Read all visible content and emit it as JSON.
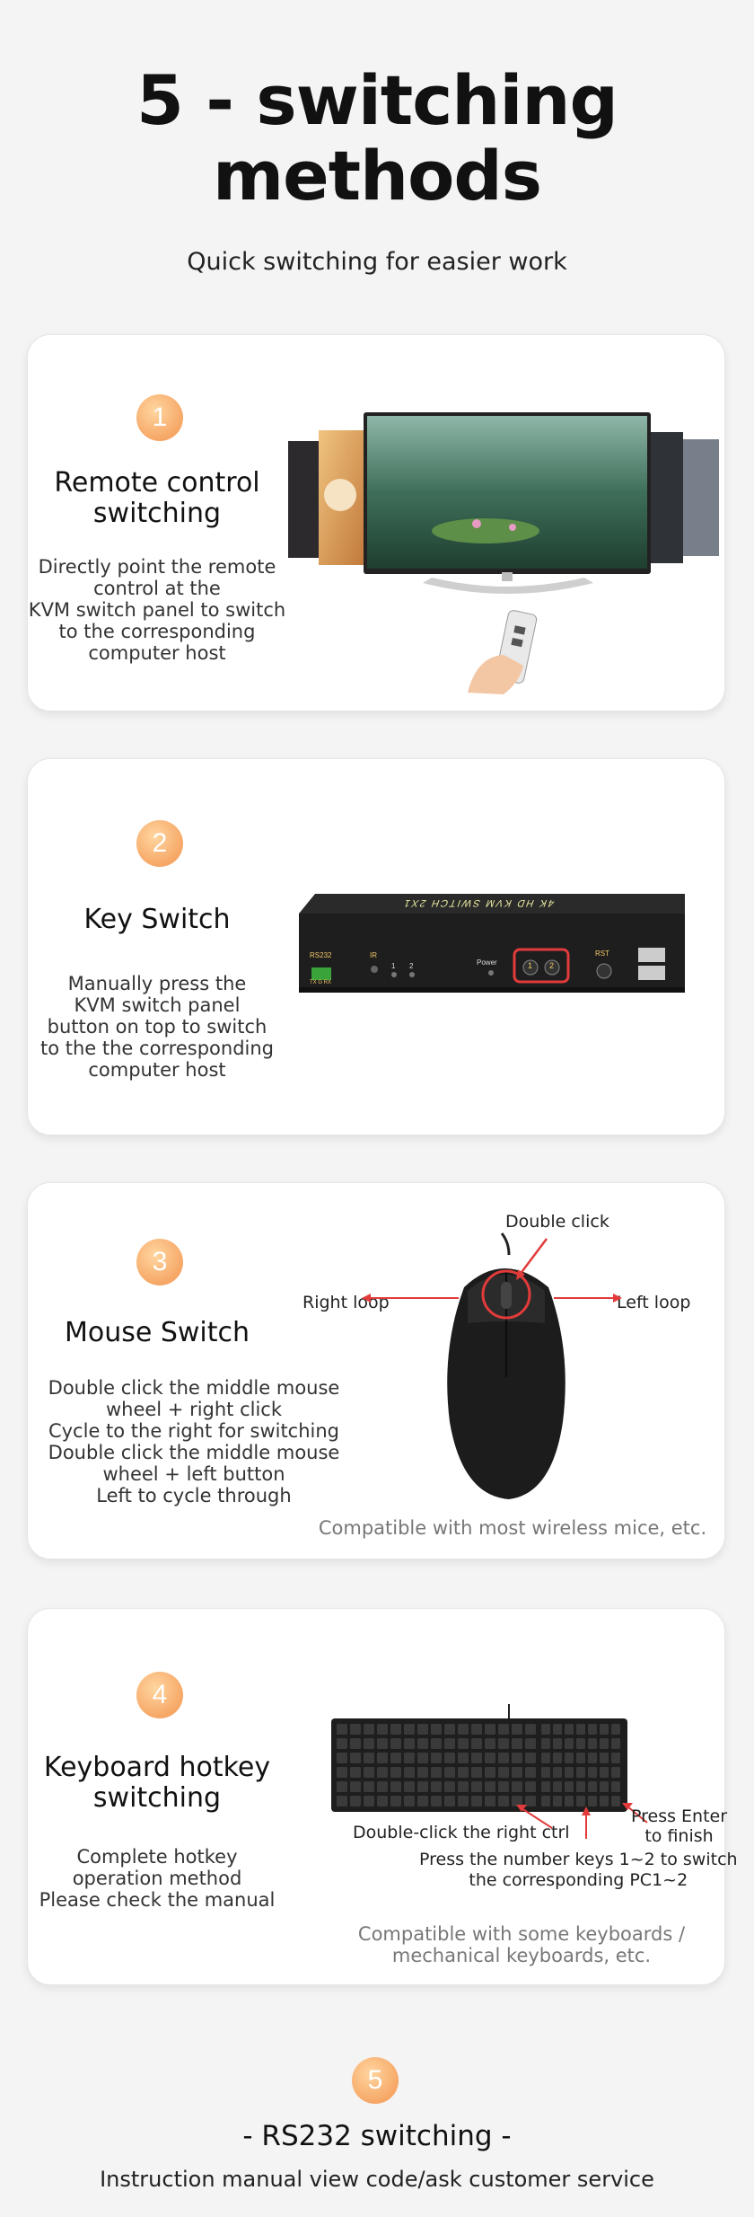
{
  "header": {
    "title_line1": "5 - switching",
    "title_line2": "methods",
    "subtitle": "Quick switching for easier work"
  },
  "methods": [
    {
      "number": "1",
      "title_line1": "Remote control",
      "title_line2": "switching",
      "desc": [
        "Directly point the remote",
        "control at the",
        "KVM switch panel to switch",
        "to the corresponding",
        "computer host"
      ]
    },
    {
      "number": "2",
      "title_line1": "Key Switch",
      "desc": [
        "Manually press the",
        "KVM switch panel",
        "button on top to switch",
        "to the the corresponding",
        "computer host"
      ],
      "device": {
        "label": "4K HD KVM SWITCH 2X1",
        "port_rs232": "RS232",
        "port_rs232_pins": "TX G RX",
        "ir": "IR",
        "led1": "1",
        "led2": "2",
        "power": "Power",
        "btn1": "1",
        "btn2": "2",
        "rst": "RST"
      }
    },
    {
      "number": "3",
      "title_line1": "Mouse Switch",
      "desc": [
        "Double click the middle mouse",
        "wheel + right click",
        "Cycle to the right for switching",
        "Double click the middle mouse",
        "wheel + left button",
        "Left to cycle through"
      ],
      "callout_double": "Double click",
      "callout_right": "Right loop",
      "callout_left": "Left loop",
      "note": "Compatible with most wireless mice, etc."
    },
    {
      "number": "4",
      "title_line1": "Keyboard hotkey",
      "title_line2": "switching",
      "desc": [
        "Complete hotkey",
        "operation method",
        "Please check the manual"
      ],
      "callout_ctrl": "Double-click the right ctrl",
      "callout_enter_1": "Press Enter",
      "callout_enter_2": "to finish",
      "callout_numbers_1": "Press the number keys 1~2 to switch",
      "callout_numbers_2": "the corresponding PC1~2",
      "note_1": "Compatible with some keyboards /",
      "note_2": "mechanical keyboards, etc."
    }
  ],
  "section5": {
    "number": "5",
    "title": "- RS232 switching -",
    "desc": "Instruction manual view code/ask customer service"
  },
  "colors": {
    "accent": "#f6a766",
    "callout_red": "#e23b3b",
    "card_bg": "#ffffff",
    "page_bg": "#f4f4f4"
  }
}
